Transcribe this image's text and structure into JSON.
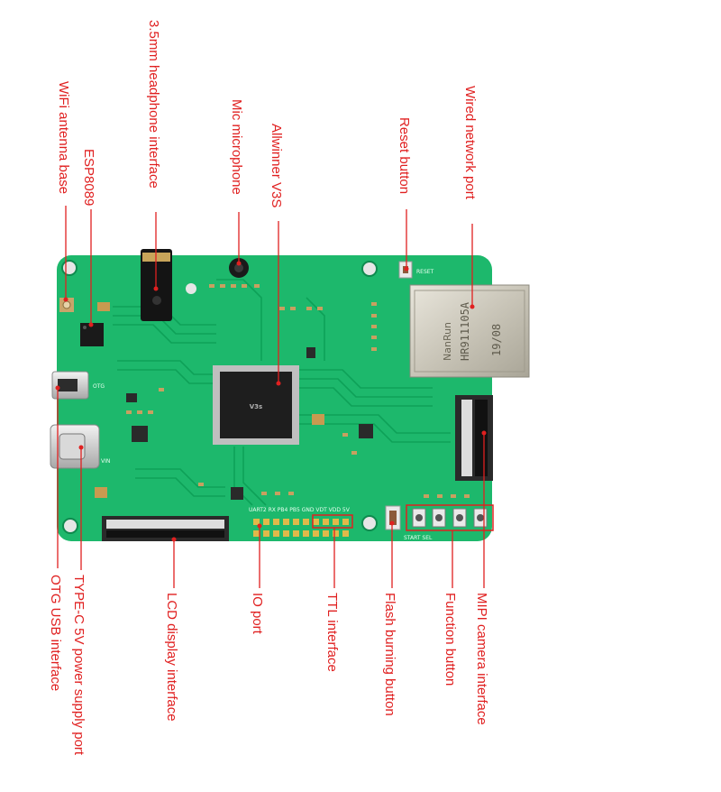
{
  "callouts": [
    {
      "id": "wifi-antenna",
      "text": "WiFi antenna base"
    },
    {
      "id": "esp8089",
      "text": "ESP8089"
    },
    {
      "id": "headphone",
      "text": "3.5mm headphone interface"
    },
    {
      "id": "mic",
      "text": "Mic microphone"
    },
    {
      "id": "v3s",
      "text": "Allwinner V3S"
    },
    {
      "id": "reset",
      "text": "Reset button"
    },
    {
      "id": "ethernet",
      "text": "Wired network port"
    },
    {
      "id": "otg-usb",
      "text": "OTG USB interface"
    },
    {
      "id": "typec-power",
      "text": "TYPE-C 5V power supply port"
    },
    {
      "id": "lcd",
      "text": "LCD display interface"
    },
    {
      "id": "io-port",
      "text": "IO port"
    },
    {
      "id": "ttl",
      "text": "TTL interface"
    },
    {
      "id": "flash-burn",
      "text": "Flash burning button"
    },
    {
      "id": "function-button",
      "text": "Function button"
    },
    {
      "id": "mipi-camera",
      "text": "MIPI camera interface"
    }
  ],
  "silkscreen": {
    "reset": "RESET",
    "otg": "OTG",
    "vin": "VIN",
    "start_sel": "START SEL",
    "io_top": "UART2 RX PB4 PB5 GND VDT VDD 5V",
    "chip_brand": "V3s",
    "eth_brand": "NanRun",
    "eth_model": "HR911105A",
    "eth_code": "19/08"
  },
  "colors": {
    "pcb": "#1db86c",
    "callout": "#e02020",
    "silkscreen": "#e8fff0"
  }
}
